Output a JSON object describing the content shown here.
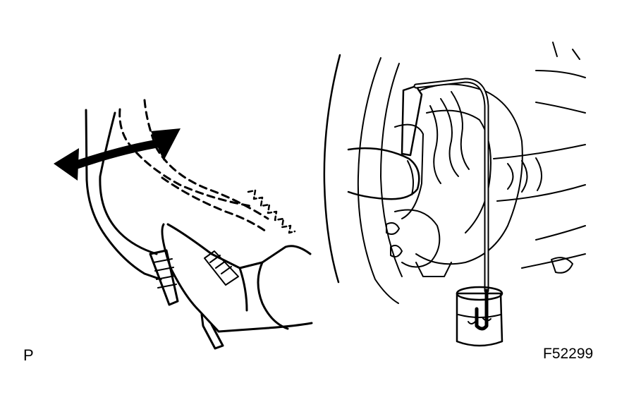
{
  "labels": {
    "corner_letter": "P",
    "figure_number": "F52299"
  },
  "illustrations": [
    {
      "name": "brake-pedal-depress-illustration",
      "icon": "foot-on-pedal"
    },
    {
      "name": "brake-bleeder-illustration",
      "icon": "bleeder-hose-into-container"
    }
  ],
  "colors": {
    "line": "#000000",
    "background": "#ffffff"
  }
}
